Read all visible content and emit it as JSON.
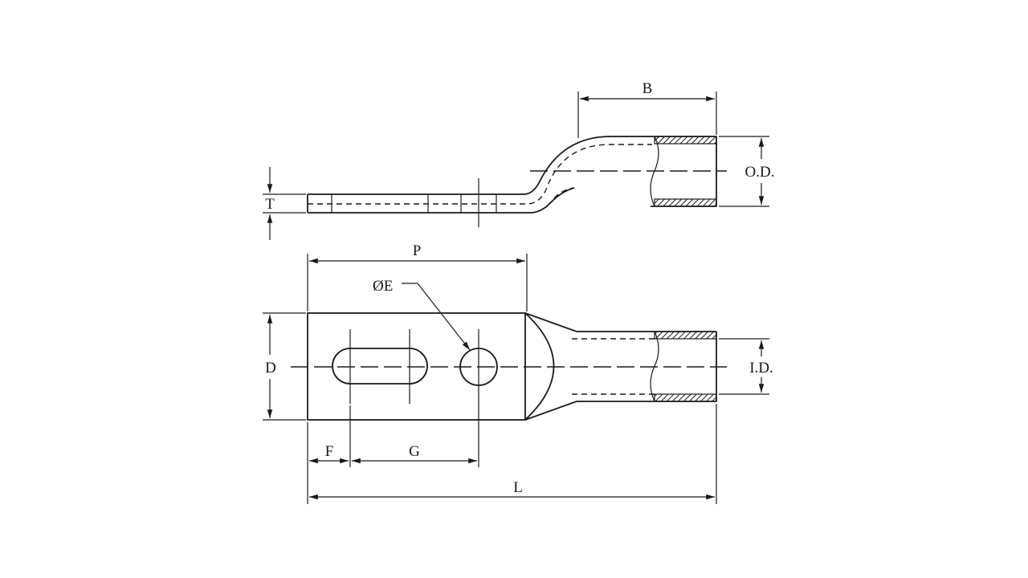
{
  "labels": {
    "B": "B",
    "OD": "O.D.",
    "T": "T",
    "P": "P",
    "E": "ØE",
    "D": "D",
    "ID": "I.D.",
    "F": "F",
    "G": "G",
    "L": "L"
  }
}
